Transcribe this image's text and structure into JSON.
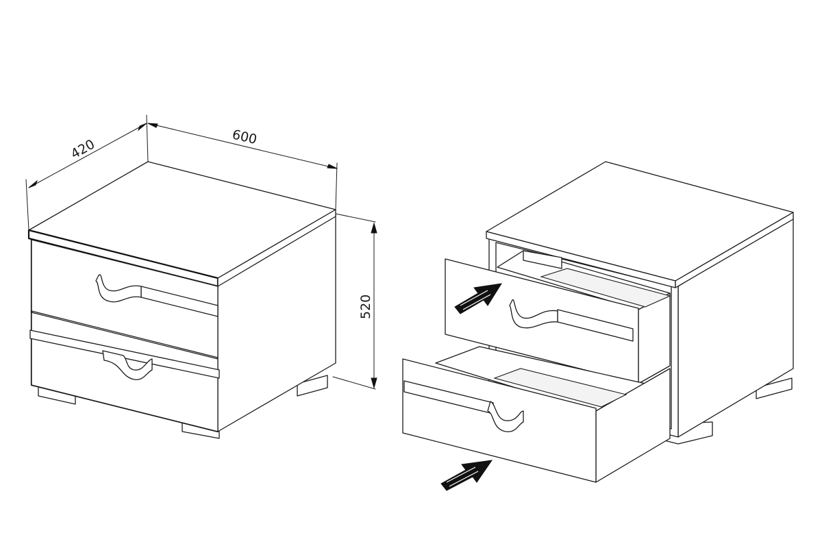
{
  "dimensions": {
    "depth": "420",
    "width": "600",
    "height": "520"
  },
  "colors": {
    "line": "#1a1a1a",
    "background": "#ffffff",
    "arrow": "#111111"
  }
}
